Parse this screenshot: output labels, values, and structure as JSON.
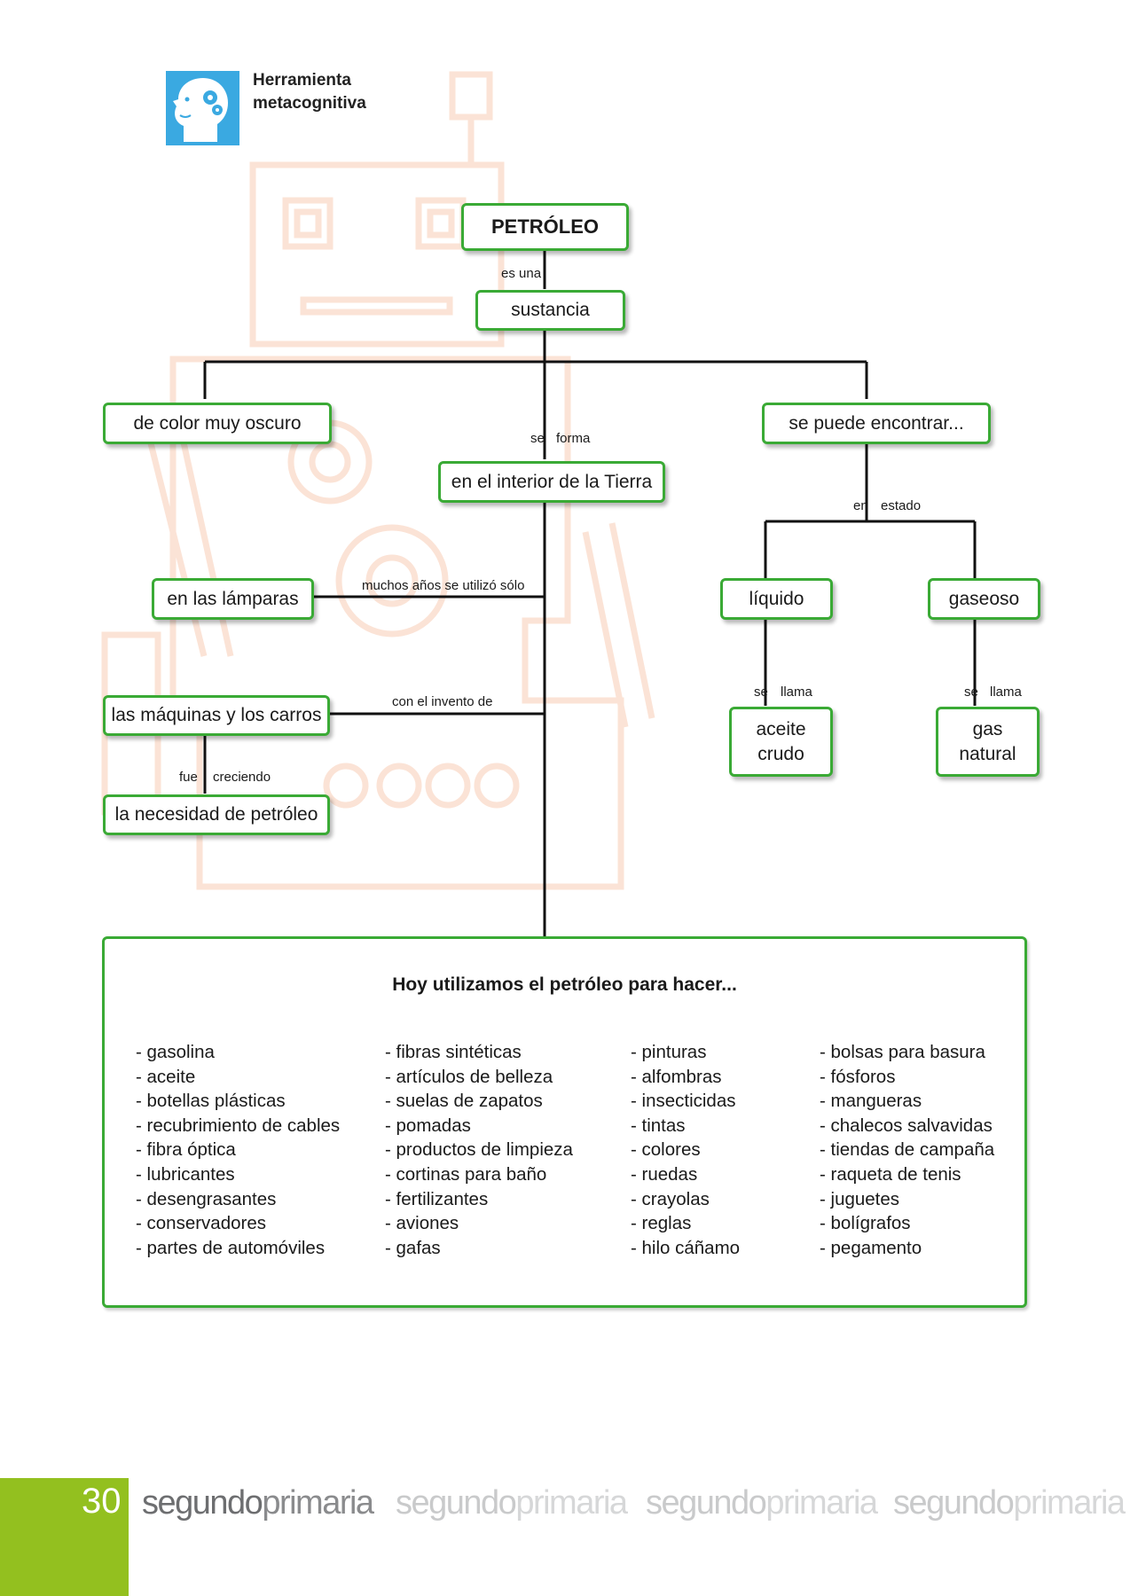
{
  "header": {
    "badge_title_line1": "Herramienta",
    "badge_title_line2": "metacognitiva",
    "badge_icon": "head-gears-icon"
  },
  "map": {
    "root": "PETRÓLEO",
    "link_es_una": "es una",
    "sustancia": "sustancia",
    "color": "de color muy oscuro",
    "link_se": "se",
    "link_forma": "forma",
    "interior": "en el interior de la Tierra",
    "encontrar": "se puede encontrar...",
    "link_en": "en",
    "link_estado": "estado",
    "liquido": "líquido",
    "gaseoso": "gaseoso",
    "link_se_liq": "se",
    "link_llama_liq": "llama",
    "link_se_gas": "se",
    "link_llama_gas": "llama",
    "aceite_1": "aceite",
    "aceite_2": "crudo",
    "gas_1": "gas",
    "gas_2": "natural",
    "lamparas": "en las lámparas",
    "link_muchos": "muchos años se utilizó sólo",
    "maquinas": "las máquinas y los carros",
    "link_invento": "con el invento de",
    "link_fue": "fue",
    "link_creciendo": "creciendo",
    "necesidad": "la necesidad de petróleo"
  },
  "uses": {
    "title": "Hoy utilizamos el petróleo para hacer...",
    "col1": [
      "- gasolina",
      "- aceite",
      "- botellas plásticas",
      "- recubrimiento de cables",
      "- fibra óptica",
      "- lubricantes",
      "- desengrasantes",
      "- conservadores",
      "- partes de automóviles"
    ],
    "col2": [
      "- fibras sintéticas",
      "- artículos de belleza",
      "- suelas de zapatos",
      "- pomadas",
      "- productos de limpieza",
      "- cortinas para baño",
      "- fertilizantes",
      "- aviones",
      "- gafas"
    ],
    "col3": [
      "- pinturas",
      "- alfombras",
      "- insecticidas",
      "- tintas",
      "- colores",
      "- ruedas",
      "- crayolas",
      "- reglas",
      "- hilo cáñamo"
    ],
    "col4": [
      "- bolsas para basura",
      "- fósforos",
      "- mangueras",
      "- chalecos salvavidas",
      "- tiendas de campaña",
      "- raqueta de tenis",
      "- juguetes",
      "- bolígrafos",
      "- pegamento"
    ]
  },
  "footer": {
    "page_number": "30",
    "w1": "segundo",
    "w2": "primaria"
  },
  "colors": {
    "node_border": "#3aaa35",
    "badge": "#3aa9e1",
    "footer_green": "#93c01f",
    "robot_outline": "#fbe3d6"
  }
}
